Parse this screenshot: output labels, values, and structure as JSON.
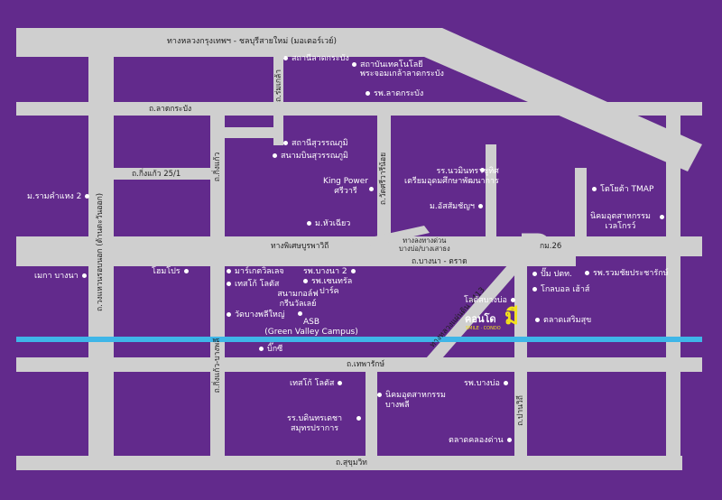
{
  "roads": {
    "top_highway": "ทางหลวงกรุงเทพฯ - ชลบุรีสายใหม่ (มอเตอร์เวย์)",
    "lat_krabang": "ถ.ลาดกระบัง",
    "ring_road": "ถ.วงแหวนรอบนอก (ด้านตะวันออก)",
    "romklao": "ถ.ร่มเกล้า",
    "king_kaeo": "ถ.กิ่งแก้ว",
    "king_kaeo_25_1": "ถ.กิ่งแก้ว 25/1",
    "wat_sri_wareenoi": "ถ.วัดศรีวารีน้อย",
    "burapha_withi": "ทางพิเศษบูรพาวิถี",
    "expressway_exit_line1": "ทางลงทางด่วน",
    "expressway_exit_line2": "บางบ่อ/บางเสาธง",
    "km26": "กม.26",
    "bangna_trat": "ถ.บางนา - ตราด",
    "highway_3413": "ทางหลวงแผ่นดิน 3413",
    "king_kaeo_bangphli": "ถ.กิ่งแก้ว-บางพลี",
    "thepharak": "ถ.เทพารักษ์",
    "pan_withi": "ถ.ปานวิถี",
    "sukhumvit": "ถ.สุขุมวิท"
  },
  "places": {
    "lat_krabang_station": "สถานีลาดกระบัง",
    "kmitl_line1": "สถาบันเทคโนโลยี",
    "kmitl_line2": "พระจอมเกล้าลาดกระบัง",
    "lat_krabang_hospital": "รพ.ลาดกระบัง",
    "suvarnabhumi_station": "สถานีสุวรรณภูมิ",
    "suvarnabhumi_airport": "สนามบินสุวรรณภูมิ",
    "king_power_line1": "King Power",
    "king_power_line2": "ศรีวารี",
    "navamintra_line1": "รร.นวมินทราชูทิศ",
    "navamintra_line2": "เตรียมอุดมศึกษาพัฒนาการ",
    "assumption": "ม.อัสสัมชัญฯ",
    "toyota": "โตโยต้า TMAP",
    "wellgrow_line1": "นิคมอุตสาหกรรม",
    "wellgrow_line2": "เวลโกรว์",
    "hua_chiew": "ม.หัวเฉียว",
    "ramkhamhaeng2": "ม.รามคำแหง 2",
    "mega_bangna": "เมกา บางนา",
    "homepro": "โฮมโปร",
    "market_village": "มาร์เกตวิลเลจ",
    "bangna2_hospital": "รพ.บางนา 2",
    "tesco_lotus1": "เทสโก้ โลตัส",
    "chularat_line1": "รพ.เซนทรัล",
    "chularat_line2": "ปาร์ค",
    "golf_line1": "สนามกอล์ฟ",
    "golf_line2": "กรีนวัลเลย์",
    "wat_bangphli_yai": "วัดบางพลีใหญ่",
    "asb_line1": "ASB",
    "asb_line2": "(Green Valley Campus)",
    "big_c": "บิ๊กซี",
    "lotus_bangbo": "โลตัสบางบ่อ",
    "ptt": "ปั๊ม ปตท.",
    "global_house": "โกลบอล เฮ้าส์",
    "chaiprasit_hospital": "รพ.รวมชัยประชารักษ์",
    "sermsuk_market": "ตลาดเสริมสุข",
    "tesco_lotus2": "เทสโก้ โลตัส",
    "bangphli_industrial_line1": "นิคมอุตสาหกรรม",
    "bangphli_industrial_line2": "บางพลี",
    "bangbo_hospital": "รพ.บางบ่อ",
    "samutprakan_line1": "รร.บดินทรเดชา",
    "samutprakan_line2": "สมุทรปราการ",
    "khlong_dan_market": "ตลาดคลองด่าน"
  },
  "logo": {
    "main": "คอนโด",
    "mark": "มี",
    "sub": "SMILE · CONDO"
  },
  "colors": {
    "background": "#622a8c",
    "road": "#cfcfcf",
    "railway": "#3fb6e8",
    "logo_accent": "#f3e11b"
  }
}
